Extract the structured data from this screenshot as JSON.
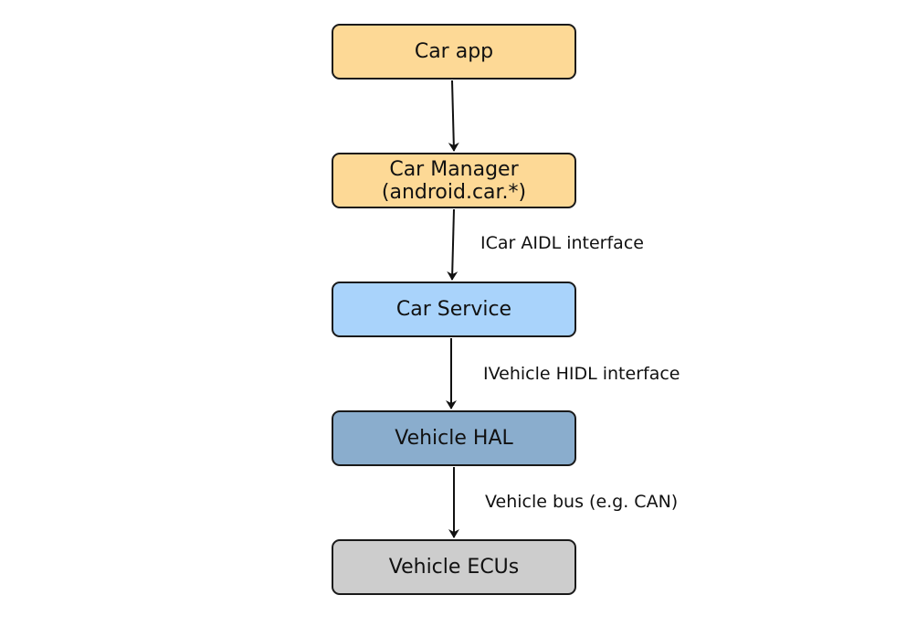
{
  "nodes": {
    "car_app": {
      "label": "Car app",
      "color": "#fdd996"
    },
    "car_manager": {
      "line1": "Car Manager",
      "line2": "(android.car.*)",
      "color": "#fdd996"
    },
    "car_service": {
      "label": "Car Service",
      "color": "#a9d3fb"
    },
    "vehicle_hal": {
      "label": "Vehicle HAL",
      "color": "#8aadcd"
    },
    "vehicle_ecus": {
      "label": "Vehicle ECUs",
      "color": "#cdcdcd"
    }
  },
  "edges": {
    "manager_to_service": {
      "label": "ICar AIDL interface"
    },
    "service_to_hal": {
      "label": "IVehicle HIDL interface"
    },
    "hal_to_ecus": {
      "label": "Vehicle bus (e.g. CAN)"
    }
  }
}
